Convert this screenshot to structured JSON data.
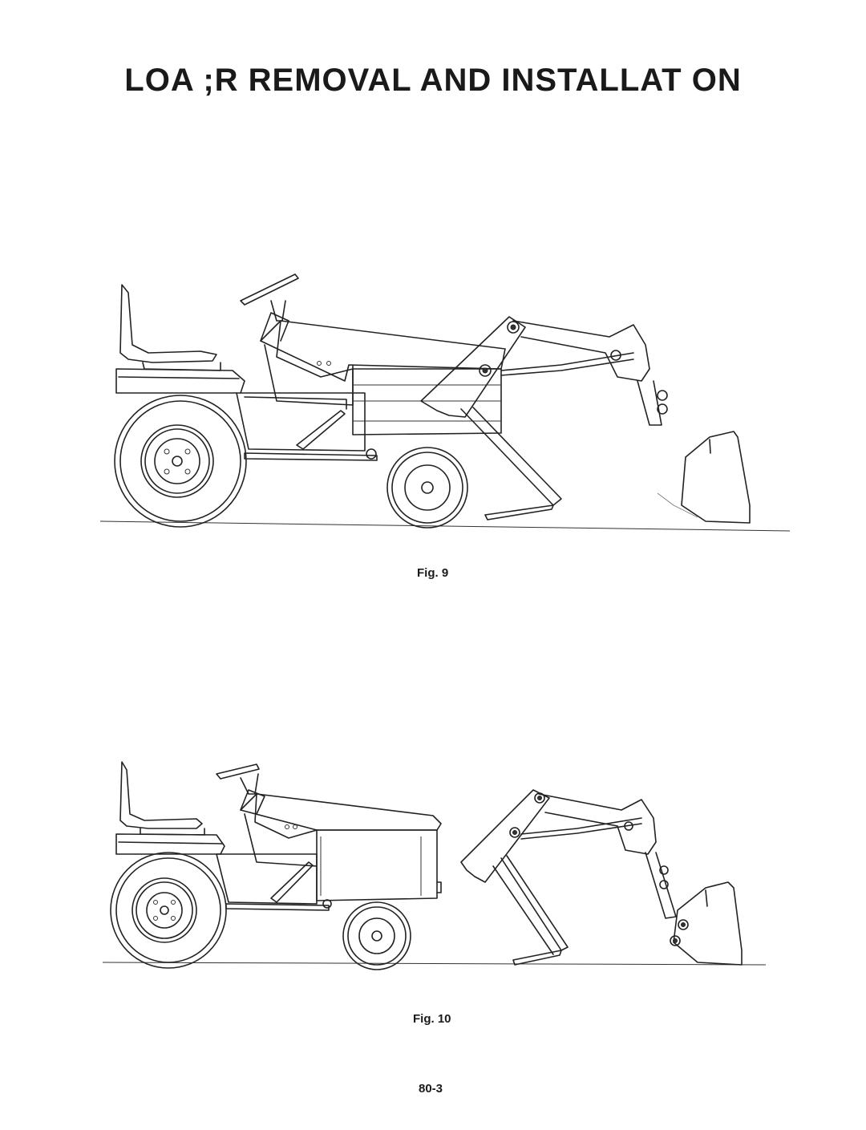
{
  "page": {
    "title": "LOA    ;R REMOVAL AND INSTALLAT ON",
    "page_number": "80-3"
  },
  "figures": [
    {
      "caption": "Fig. 9"
    },
    {
      "caption": "Fig. 10"
    }
  ],
  "colors": {
    "ink": "#1a1a1a",
    "paper": "#ffffff"
  }
}
